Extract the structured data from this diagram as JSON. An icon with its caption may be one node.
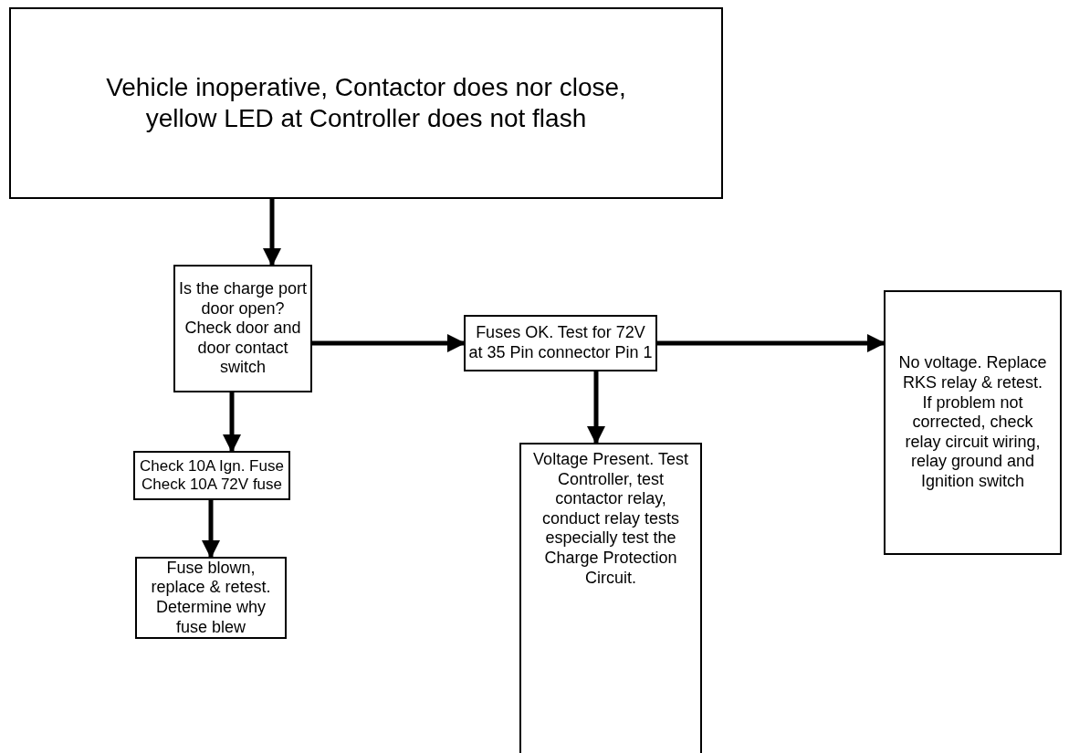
{
  "diagram": {
    "nodes": [
      {
        "text": [
          "Vehicle inoperative, Contactor does nor close, yellow LED at Controller does not flash"
        ]
      },
      {
        "text": [
          "Is the charge port door open? Check door and door contact switch"
        ]
      },
      {
        "text": [
          "Fuses OK.  Test for 72V at 35 Pin connector Pin 1"
        ]
      },
      {
        "text": [
          "No voltage. Replace RKS relay & retest. If problem not corrected, check relay circuit wiring, relay ground and Ignition switch"
        ]
      },
      {
        "text": [
          "Voltage Present. Test Controller, test contactor relay, conduct relay tests especially test the Charge Protection Circuit."
        ]
      },
      {
        "text": [
          "Check 10A Ign. Fuse Check 10A 72V fuse"
        ]
      },
      {
        "text": [
          "Fuse blown, replace & retest. Determine why fuse blew"
        ]
      }
    ],
    "edges": [
      {
        "from": 0,
        "to": 1,
        "arrow": "to"
      },
      {
        "from": 1,
        "to": 2,
        "arrow": "to"
      },
      {
        "from": 2,
        "to": 3,
        "arrow": "to"
      },
      {
        "from": 2,
        "to": 4,
        "arrow": "to"
      },
      {
        "from": 1,
        "to": 5,
        "arrow": "to"
      },
      {
        "from": 5,
        "to": 6,
        "arrow": "to"
      }
    ]
  }
}
